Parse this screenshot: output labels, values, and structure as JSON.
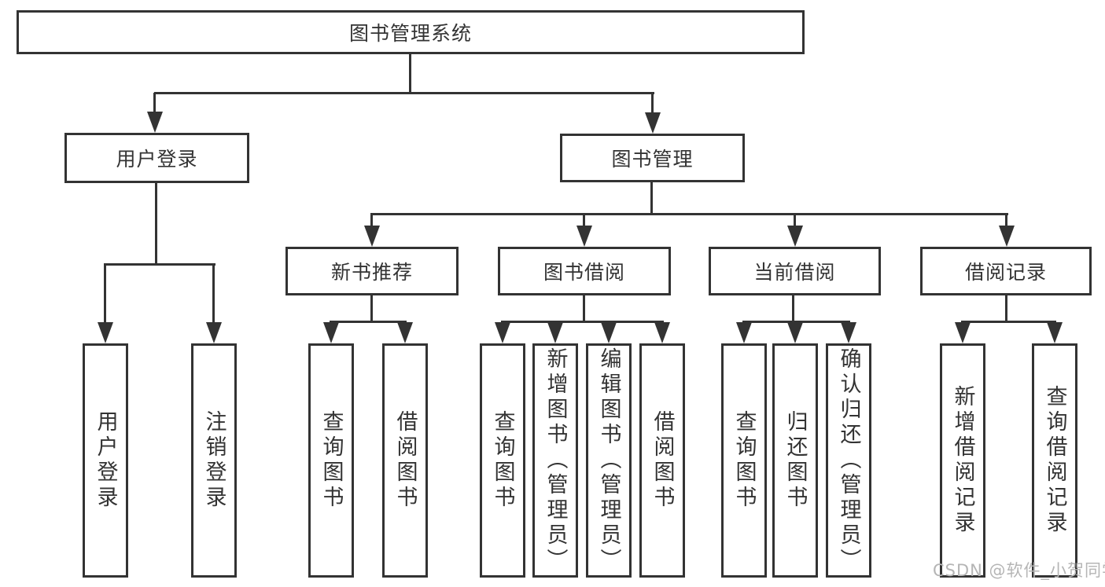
{
  "diagram": {
    "type": "tree",
    "title": "图书管理系统",
    "colors": {
      "line": "#333333",
      "box_border": "#333333",
      "box_fill": "#ffffff",
      "text": "#333333",
      "watermark": "#b5b5b5"
    },
    "watermark": {
      "text": "CSDN @软件_小贺同学"
    },
    "hierarchy": {
      "root": {
        "label": "图书管理系统",
        "children": {
          "user_login": {
            "label": "用户登录",
            "children": {
              "login": {
                "label": "用户登录"
              },
              "logout": {
                "label": "注销登录"
              }
            }
          },
          "book_mgmt": {
            "label": "图书管理",
            "children": {
              "new_book_rec": {
                "label": "新书推荐",
                "children": {
                  "query_book": {
                    "label": "查询图书"
                  },
                  "borrow_book": {
                    "label": "借阅图书"
                  }
                }
              },
              "book_borrow": {
                "label": "图书借阅",
                "children": {
                  "query_book": {
                    "label": "查询图书"
                  },
                  "add_book": {
                    "label": "新增图书（管理员）"
                  },
                  "edit_book": {
                    "label": "编辑图书（管理员）"
                  },
                  "borrow_book": {
                    "label": "借阅图书"
                  }
                }
              },
              "current_borrow": {
                "label": "当前借阅",
                "children": {
                  "query_book": {
                    "label": "查询图书"
                  },
                  "return_book": {
                    "label": "归还图书"
                  },
                  "confirm_return": {
                    "label": "确认归还（管理员）"
                  }
                }
              },
              "borrow_record": {
                "label": "借阅记录",
                "children": {
                  "add_record": {
                    "label": "新增借阅记录"
                  },
                  "query_record": {
                    "label": "查询借阅记录"
                  }
                }
              }
            }
          }
        }
      }
    }
  }
}
